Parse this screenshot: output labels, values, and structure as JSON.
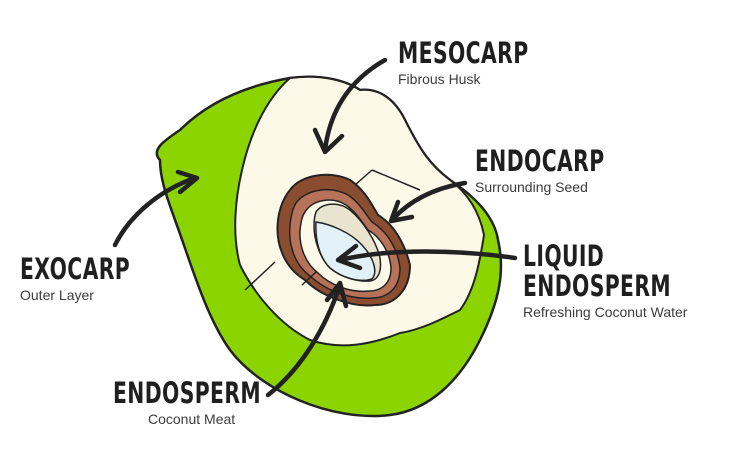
{
  "diagram": {
    "subject": "Coconut cross-section",
    "colors": {
      "exocarp": "#8cd400",
      "mesocarp": "#fdf9e8",
      "endocarp_dark": "#8b4d2f",
      "endocarp_light": "#b7735a",
      "endosperm": "#e9e4cf",
      "liquid": "#e2f0f8",
      "outline": "#222222"
    },
    "labels": [
      {
        "id": "mesocarp",
        "title": "MESOCARP",
        "subtitle": "Fibrous Husk"
      },
      {
        "id": "endocarp",
        "title": "ENDOCARP",
        "subtitle": "Surrounding Seed"
      },
      {
        "id": "liquid-endosperm",
        "title_line1": "LIQUID",
        "title_line2": "ENDOSPERM",
        "subtitle": "Refreshing Coconut Water"
      },
      {
        "id": "exocarp",
        "title": "EXOCARP",
        "subtitle": "Outer Layer"
      },
      {
        "id": "endosperm",
        "title": "ENDOSPERM",
        "subtitle": "Coconut Meat"
      }
    ]
  }
}
